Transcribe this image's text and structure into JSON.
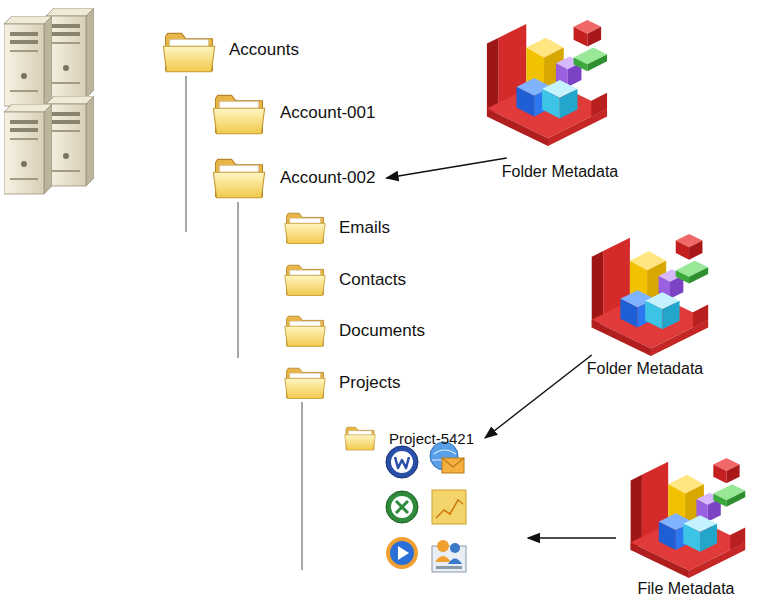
{
  "diagram": {
    "nodes": [
      {
        "text": [
          "Accounts"
        ]
      },
      {
        "text": [
          "Account-001"
        ]
      },
      {
        "text": [
          "Account-002"
        ]
      },
      {
        "text": [
          "Emails"
        ]
      },
      {
        "text": [
          "Contacts"
        ]
      },
      {
        "text": [
          "Documents"
        ]
      },
      {
        "text": [
          "Projects"
        ]
      },
      {
        "text": [
          "Project-5421"
        ]
      },
      {
        "text": [
          "Folder Metadata"
        ]
      },
      {
        "text": [
          "Folder Metadata"
        ]
      },
      {
        "text": [
          "File Metadata"
        ]
      }
    ],
    "edges": [
      {
        "from": 8,
        "to": 2,
        "arrow": "to"
      },
      {
        "from": 9,
        "to": 7,
        "arrow": "to"
      }
    ]
  }
}
